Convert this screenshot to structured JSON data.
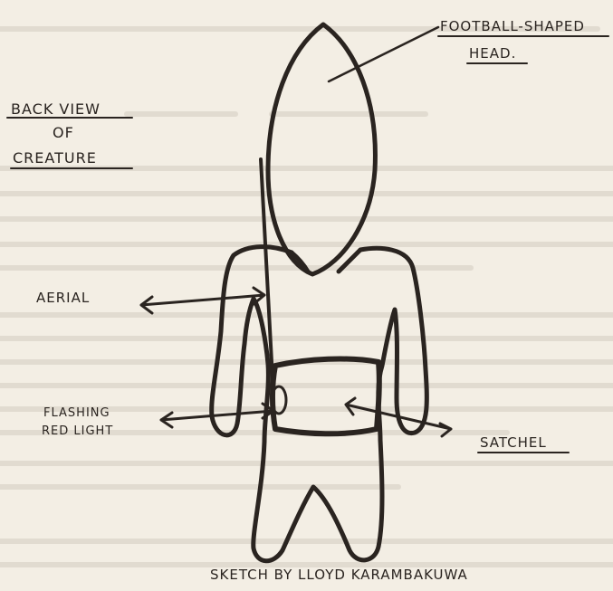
{
  "annotations": {
    "head": {
      "line1": "FOOTBALL-SHAPED",
      "line2": "HEAD."
    },
    "view": {
      "line1": "BACK VIEW",
      "line2": "OF",
      "line3": "CREATURE"
    },
    "aerial": "AERIAL",
    "light": {
      "line1": "FLASHING",
      "line2": "RED LIGHT"
    },
    "satchel": "SATCHEL"
  },
  "caption": "SKETCH BY LLOYD KARAMBAKUWA",
  "colors": {
    "paper": "#f3eee4",
    "ink": "#2a2420",
    "bleed_through": "#c9c2b6"
  }
}
